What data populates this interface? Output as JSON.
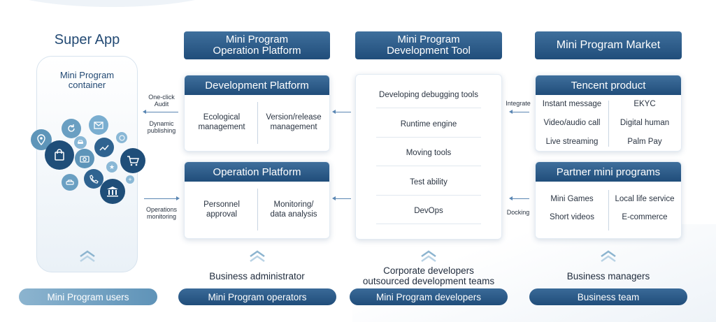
{
  "super_app": {
    "title": "Super App",
    "container_label_1": "Mini Program",
    "container_label_2": "container"
  },
  "headers": {
    "operation_platform_1": "Mini Program",
    "operation_platform_2": "Operation Platform",
    "development_tool_1": "Mini Program",
    "development_tool_2": "Development Tool",
    "market": "Mini Program Market"
  },
  "development_platform": {
    "title": "Development Platform",
    "left_1": "Ecological",
    "left_2": "management",
    "right_1": "Version/release",
    "right_2": "management"
  },
  "operation_platform": {
    "title": "Operation Platform",
    "left_1": "Personnel",
    "left_2": "approval",
    "right_1": "Monitoring/",
    "right_2": "data analysis"
  },
  "arrows": {
    "one_click_1": "One-click",
    "one_click_2": "Audit",
    "dynamic_1": "Dynamic",
    "dynamic_2": "publishing",
    "ops_1": "Operations",
    "ops_2": "monitoring",
    "integrate": "Integrate",
    "docking": "Docking"
  },
  "dev_tools": [
    "Developing debugging tools",
    "Runtime engine",
    "Moving tools",
    "Test ability",
    "DevOps"
  ],
  "tencent_product": {
    "title": "Tencent product",
    "items": [
      "Instant message",
      "EKYC",
      "Video/audio call",
      "Digital human",
      "Live streaming",
      "Palm Pay"
    ]
  },
  "partner_programs": {
    "title": "Partner mini programs",
    "items": [
      "Mini Games",
      "Local life service",
      "Short videos",
      "E-commerce"
    ]
  },
  "roles": {
    "business_admin": "Business administrator",
    "corporate_1": "Corporate developers",
    "corporate_2": "outsourced development teams",
    "business_managers": "Business managers"
  },
  "pills": {
    "users": "Mini Program users",
    "operators": "Mini Program operators",
    "developers": "Mini Program developers",
    "business_team": "Business team"
  },
  "icons": [
    "location-icon",
    "bag-icon",
    "refresh-icon",
    "mail-icon",
    "camera-icon",
    "chart-icon",
    "cart-icon",
    "phone-icon",
    "bank-icon",
    "car-icon",
    "star-icon",
    "at-icon"
  ],
  "colors": {
    "primary": "#204d7a",
    "accent": "#5a86b3",
    "light": "#8cb4cf"
  }
}
